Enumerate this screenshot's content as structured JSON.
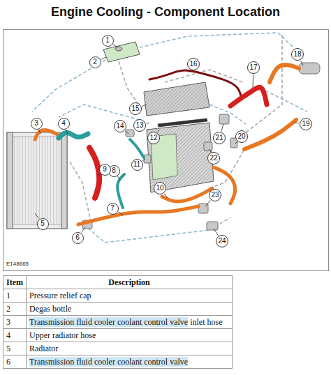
{
  "diagram": {
    "title": "Engine Cooling - Component Location",
    "nodes": [
      {
        "text": [
          "1"
        ]
      },
      {
        "text": [
          "2"
        ]
      },
      {
        "text": [
          "3"
        ]
      },
      {
        "text": [
          "4"
        ]
      },
      {
        "text": [
          "5"
        ]
      },
      {
        "text": [
          "6"
        ]
      },
      {
        "text": [
          "7"
        ]
      },
      {
        "text": [
          "8"
        ]
      },
      {
        "text": [
          "9"
        ]
      },
      {
        "text": [
          "10"
        ]
      },
      {
        "text": [
          "11"
        ]
      },
      {
        "text": [
          "12"
        ]
      },
      {
        "text": [
          "13"
        ]
      },
      {
        "text": [
          "14"
        ]
      },
      {
        "text": [
          "15"
        ]
      },
      {
        "text": [
          "16"
        ]
      },
      {
        "text": [
          "17"
        ]
      },
      {
        "text": [
          "18"
        ]
      },
      {
        "text": [
          "19"
        ]
      },
      {
        "text": [
          "20"
        ]
      },
      {
        "text": [
          "21"
        ]
      },
      {
        "text": [
          "22"
        ]
      },
      {
        "text": [
          "23"
        ]
      },
      {
        "text": [
          "24"
        ]
      }
    ],
    "labels": [
      "E148665",
      "Item",
      "Description",
      "1",
      "Pressure relief cap",
      "2",
      "Degas bottle",
      "3",
      "Transmission fluid cooler coolant control valve inlet hose",
      "4",
      "Upper radiator hose",
      "5",
      "Radiator",
      "6",
      "Transmission fluid cooler coolant control valve"
    ]
  }
}
